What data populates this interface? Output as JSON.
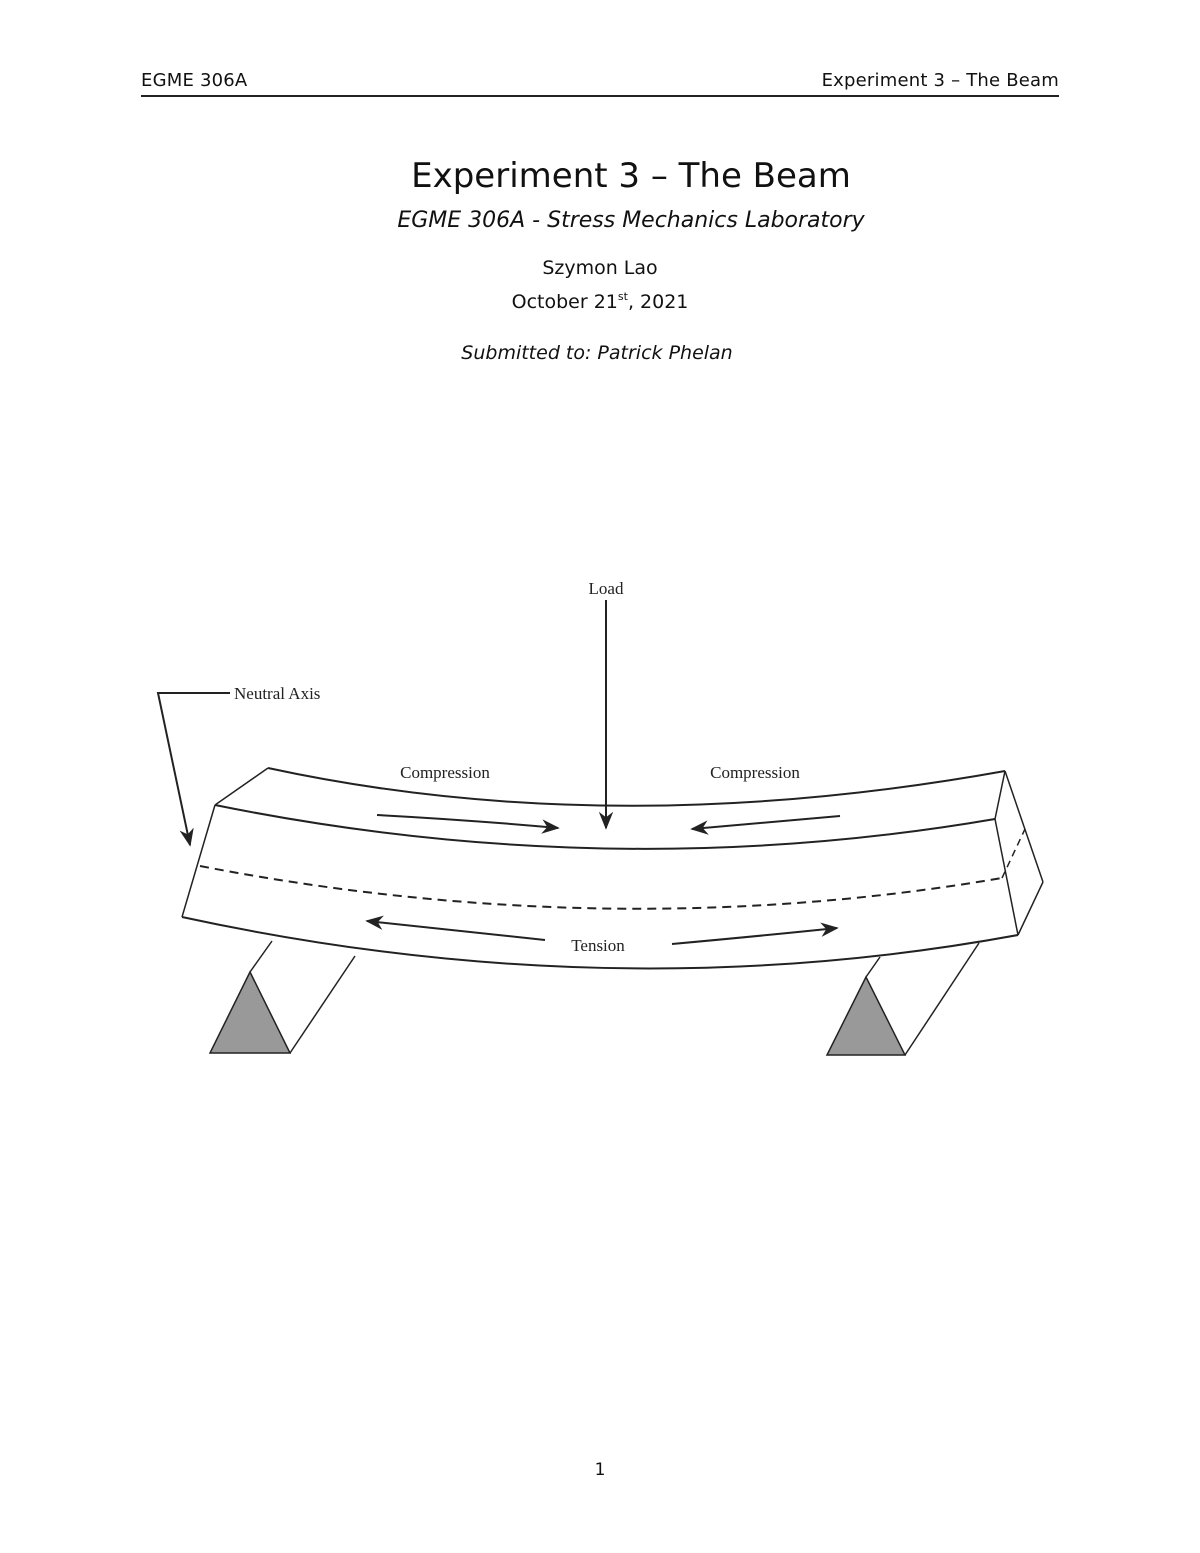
{
  "header": {
    "left": "EGME 306A",
    "right": "Experiment 3 – The Beam"
  },
  "title_block": {
    "title": "Experiment 3 – The Beam",
    "subtitle": "EGME 306A - Stress Mechanics Laboratory",
    "author": "Szymon Lao",
    "date_prefix": "October 21",
    "date_suffix": "st",
    "date_rest": ", 2021",
    "submitted_to": "Submitted to: Patrick Phelan"
  },
  "figure": {
    "labels": {
      "load": "Load",
      "neutral_axis": "Neutral Axis",
      "compression_left": "Compression",
      "compression_right": "Compression",
      "tension": "Tension"
    },
    "colors": {
      "support_fill": "#999999",
      "line": "#222222"
    }
  },
  "footer": {
    "page_number": "1"
  }
}
